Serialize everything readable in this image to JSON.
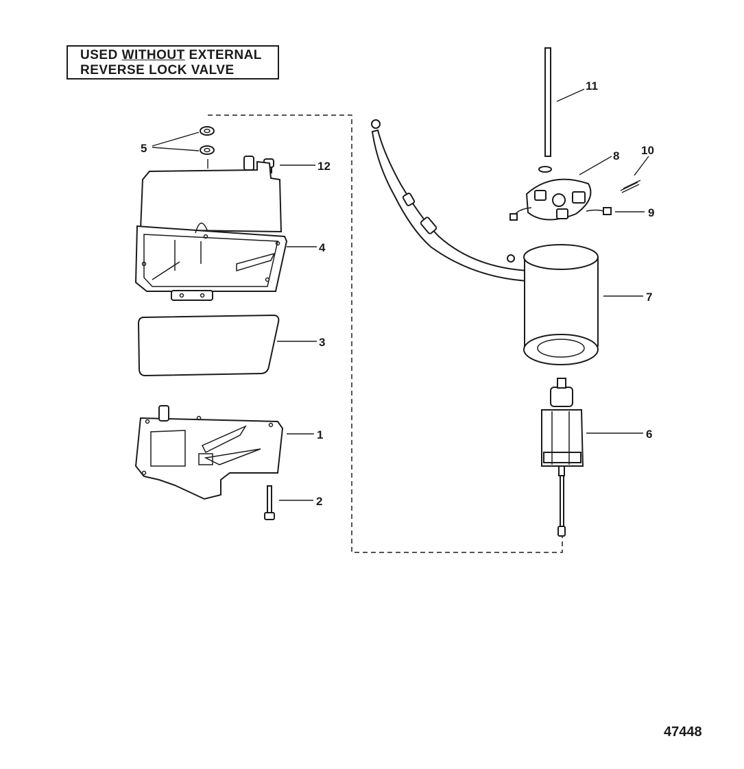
{
  "note": {
    "line1_prefix": "USED ",
    "line1_underlined": "WITHOUT",
    "line1_suffix": " EXTERNAL",
    "line2": "REVERSE LOCK VALVE"
  },
  "callouts": {
    "c1": "1",
    "c2": "2",
    "c3": "3",
    "c4": "4",
    "c5": "5",
    "c6": "6",
    "c7": "7",
    "c8": "8",
    "c9": "9",
    "c10": "10",
    "c11": "11",
    "c12": "12"
  },
  "figure_number": "47448"
}
